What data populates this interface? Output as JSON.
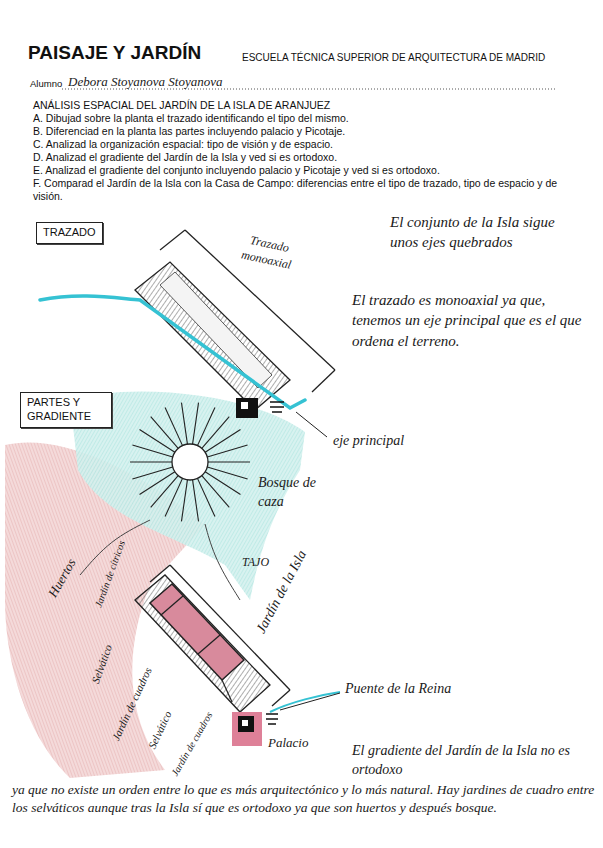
{
  "diagram": {
    "title": "PAISAJE Y JARDÍN",
    "nodes": [
      {
        "text": [
          "TRAZADO"
        ]
      },
      {
        "text": [
          "PARTES Y GRADIENTE"
        ]
      }
    ],
    "labels": [
      "ESCUELA TÉCNICA SUPERIOR DE ARQUITECTURA DE MADRID",
      "Alumno",
      "Debora Stoyanova Stoyanova",
      "ANÁLISIS ESPACIAL DEL JARDÍN DE LA ISLA DE ARANJUEZ",
      "A. Dibujad sobre la planta el trazado identificando el tipo del mismo.",
      "B. Diferenciad en la planta las partes incluyendo palacio y Picotaje.",
      "C. Analizad la organización espacial: tipo de visión y de espacio.",
      "D. Analizad el gradiente del Jardín de la Isla y ved si es ortodoxo.",
      "E. Analizad el gradiente del conjunto incluyendo palacio y Picotaje y ved si es ortodoxo.",
      "F. Comparad el Jardín de la Isla con la Casa de Campo: diferencias entre el tipo de trazado, tipo de espacio y de visión.",
      "Trazado monoaxial",
      "El conjunto de la Isla sigue unos ejes quebrados",
      "El trazado es monoaxial ya que, tenemos un eje principal que es el que ordena el terreno.",
      "eje principal",
      "Bosque de caza",
      "Huertos",
      "Jardín de cítricos",
      "TAJO",
      "Jardín de la Isla",
      "Selvático",
      "Jardín de cuadros",
      "Selvático",
      "Jardín de cuadros",
      "Puente de la Reina",
      "Palacio",
      "El gradiente del Jardín de la Isla no es ortodoxo",
      "ya que no existe un orden entre lo que es más arquitectónico y lo más natural. Hay jardines de cuadro entre los selváticos aunque tras la Isla sí que es ortodoxo ya que son huertos y después bosque."
    ]
  }
}
